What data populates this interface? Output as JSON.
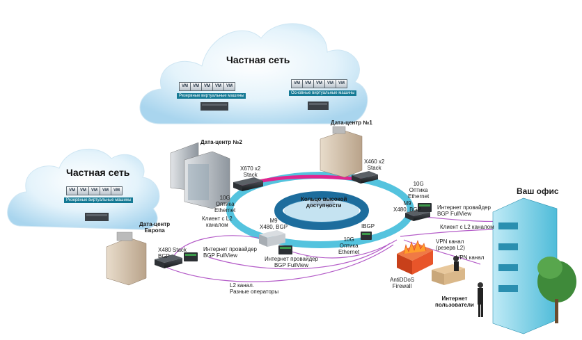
{
  "clouds": {
    "top": {
      "title": "Частная сеть",
      "backup_vms": "Резервные виртуальные машины",
      "main_vms": "Основные виртуальные машины",
      "vm_label": "VM"
    },
    "left": {
      "title": "Частная сеть",
      "backup_vms": "Резервные виртуальные машины",
      "vm_label": "VM"
    }
  },
  "datacenters": {
    "dc1": "Дата-центр №1",
    "dc2": "Дата-центр №2",
    "europe_line1": "Дата-центр",
    "europe_line2": "Европа"
  },
  "switches": {
    "x670": {
      "line1": "X670 x2",
      "line2": "Stack"
    },
    "x460": {
      "line1": "X460 x2",
      "line2": "Stack"
    },
    "x480_stack": {
      "line1": "X480 Stack",
      "line2": "BGP"
    },
    "m9_left": {
      "line1": "M9",
      "line2": "X480, BGP"
    },
    "m9_right": {
      "line1": "M9",
      "line2": "X480, BGP"
    }
  },
  "links": {
    "optic_left": {
      "line1": "10G",
      "line2": "Оптика",
      "line3": "Ethernet"
    },
    "optic_right": {
      "line1": "10G",
      "line2": "Оптика",
      "line3": "Ethernet"
    },
    "optic_bottom": {
      "line1": "10G",
      "line2": "Оптика",
      "line3": "Ethernet"
    },
    "ibgp": "IBGP"
  },
  "ring": {
    "line1": "Кольцо высокой",
    "line2": "доступности"
  },
  "providers": {
    "p_europe": {
      "line1": "Интернет провайдер",
      "line2": "BGP FullView"
    },
    "p_center": {
      "line1": "Интернет провайдер",
      "line2": "BGP FullView"
    },
    "p_right": {
      "line1": "Интернет провайдер",
      "line2": "BGP FullView"
    }
  },
  "clients": {
    "l2_left_line1": "Клиент с L2",
    "l2_left_line2": "каналом",
    "l2_right": "Клиент с L2 каналом"
  },
  "office": {
    "title": "Ваш офис",
    "vpn_backup_line1": "VPN канал",
    "vpn_backup_line2": "(резерв L2)",
    "vpn": "VPN канал",
    "firewall_line1": "AntiDDoS",
    "firewall_line2": "Firewall",
    "users_line1": "Интернет",
    "users_line2": "пользователи"
  },
  "l2": {
    "line1": "L2 канал.",
    "line2": "Разные операторы"
  },
  "colors": {
    "ring": "#54c3de",
    "ring_dark": "#1d6d9d",
    "magenta": "#e0258f",
    "purple_link": "#b45cc8",
    "cloud": "#d8eef9",
    "vm_bar": "#157a95",
    "firewall": "#e8552a"
  }
}
